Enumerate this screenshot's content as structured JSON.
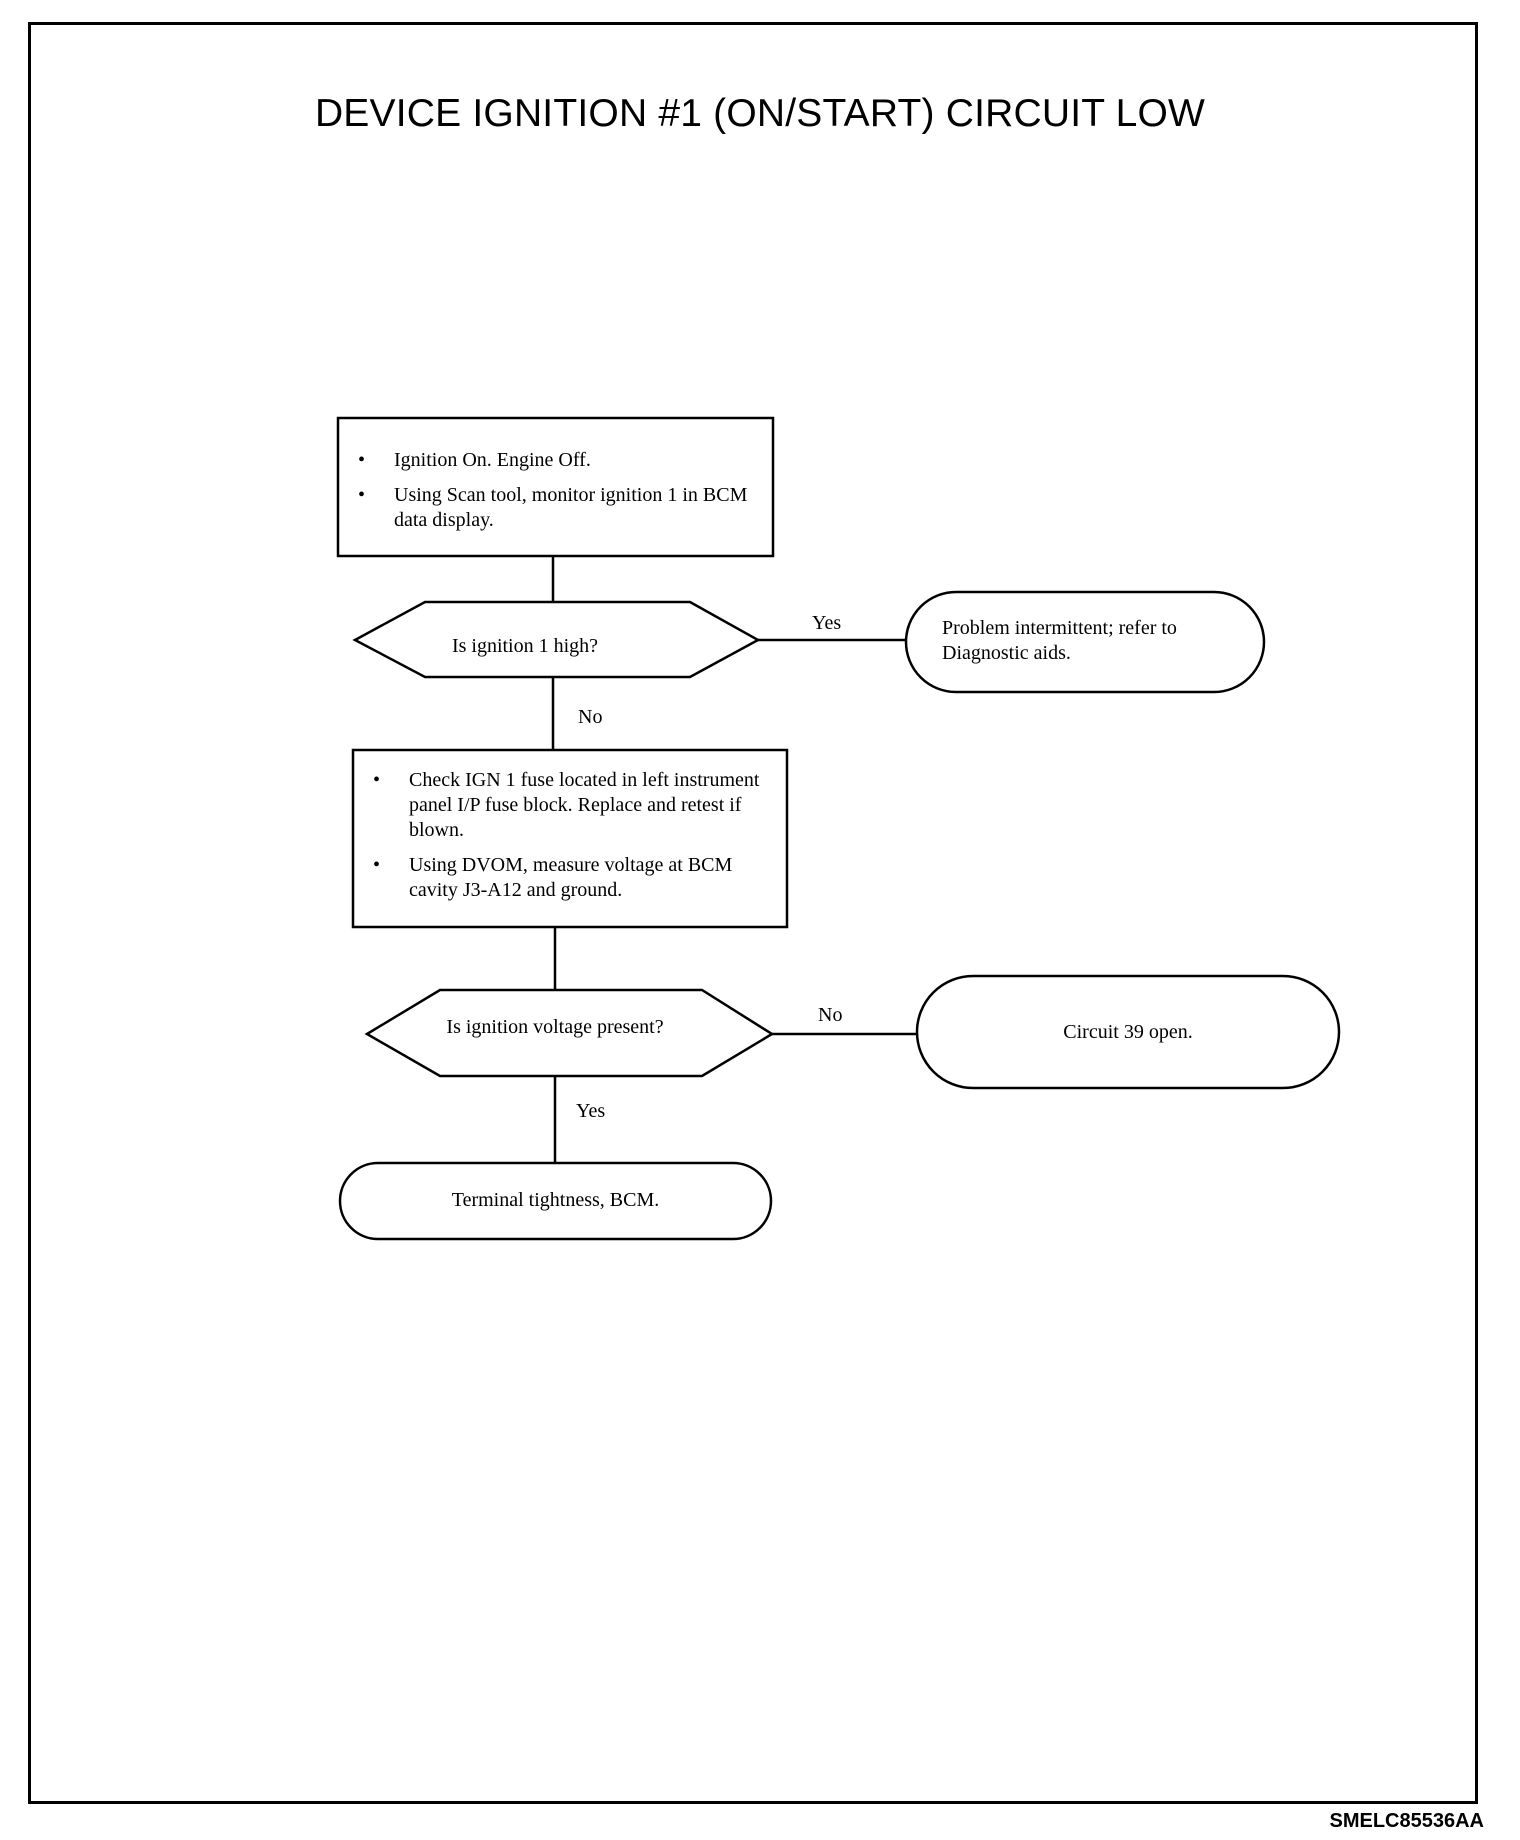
{
  "title": "DEVICE IGNITION #1 (ON/START) CIRCUIT LOW",
  "figure_code": "SMELC85536AA",
  "flowchart": {
    "step1": {
      "bullets": [
        "Ignition On. Engine Off.",
        "Using Scan tool, monitor ignition 1 in BCM data display."
      ]
    },
    "decision1": {
      "question": "Is ignition 1 high?",
      "yes_label": "Yes",
      "no_label": "No"
    },
    "result1": {
      "text": "Problem intermittent; refer to Diagnostic aids."
    },
    "step2": {
      "bullets": [
        "Check IGN 1 fuse located in left instrument panel I/P fuse block. Replace and retest if blown.",
        "Using DVOM, measure voltage at BCM cavity J3-A12 and ground."
      ]
    },
    "decision2": {
      "question": "Is ignition voltage present?",
      "no_label": "No",
      "yes_label": "Yes"
    },
    "result2": {
      "text": "Circuit 39 open."
    },
    "result3": {
      "text": "Terminal tightness, BCM."
    }
  }
}
